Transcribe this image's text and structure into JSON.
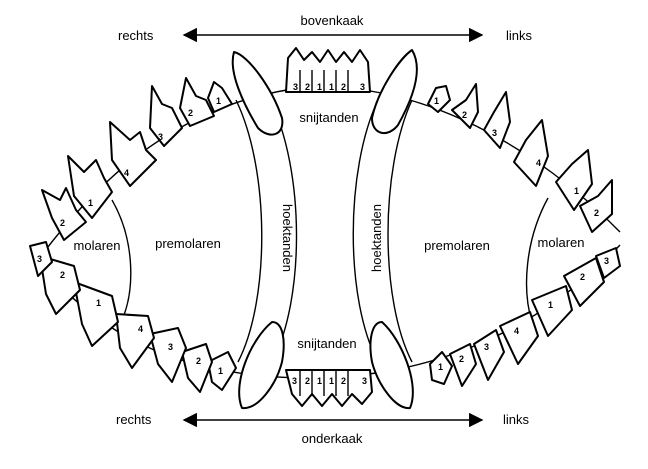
{
  "labels": {
    "upper_jaw": "bovenkaak",
    "lower_jaw": "onderkaak",
    "right_top": "rechts",
    "left_top": "links",
    "right_bottom": "rechts",
    "left_bottom": "links",
    "incisors_top": "snijtanden",
    "incisors_bottom": "snijtanden",
    "canines_left": "hoektanden",
    "canines_right": "hoektanden",
    "premolars_left": "premolaren",
    "premolars_right": "premolaren",
    "molars_left": "molaren",
    "molars_right": "molaren"
  },
  "tooth_numbers": {
    "upper_incisors": [
      "3",
      "2",
      "1",
      "1",
      "2",
      "3"
    ],
    "lower_incisors": [
      "3",
      "2",
      "1",
      "1",
      "2",
      "3"
    ],
    "upper_right_premolars": [
      "1",
      "2",
      "3",
      "4"
    ],
    "upper_right_molars": [
      "1",
      "2"
    ],
    "upper_left_premolars": [
      "1",
      "2",
      "3",
      "4"
    ],
    "upper_left_molars": [
      "1",
      "2"
    ],
    "lower_right_premolars": [
      "1",
      "2",
      "3",
      "4"
    ],
    "lower_right_molars": [
      "1",
      "2",
      "3"
    ],
    "lower_left_premolars": [
      "1",
      "2",
      "3",
      "4"
    ],
    "lower_left_molars": [
      "1",
      "2",
      "3"
    ]
  }
}
